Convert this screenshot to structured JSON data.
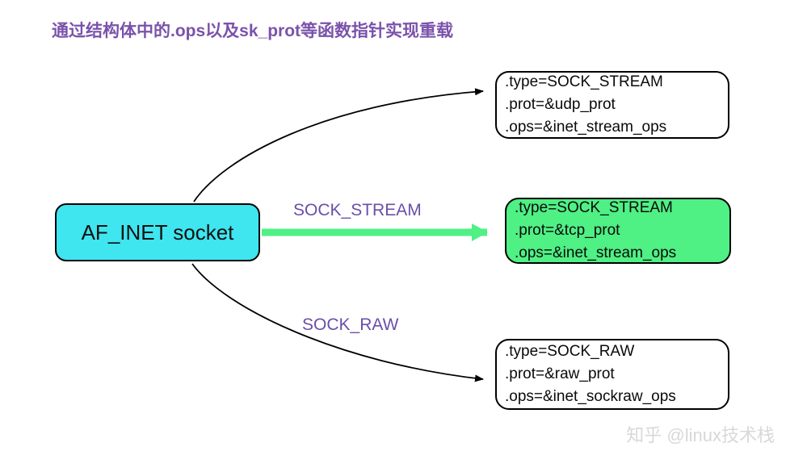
{
  "title": "通过结构体中的.ops以及sk_prot等函数指针实现重载",
  "source_node": {
    "label": "AF_INET socket",
    "fill": "#3fe5ef"
  },
  "edges": [
    {
      "label": "",
      "style": "curve-black",
      "target": "udp"
    },
    {
      "label": "SOCK_STREAM",
      "style": "straight-green",
      "target": "tcp"
    },
    {
      "label": "SOCK_RAW",
      "style": "curve-black",
      "target": "raw"
    }
  ],
  "edge_labels": {
    "stream": "SOCK_STREAM",
    "raw": "SOCK_RAW"
  },
  "struct_boxes": [
    {
      "id": "udp",
      "fill": "#ffffff",
      "lines": [
        ".type=SOCK_STREAM",
        ".prot=&udp_prot",
        ".ops=&inet_stream_ops"
      ]
    },
    {
      "id": "tcp",
      "fill": "#4ff084",
      "lines": [
        ".type=SOCK_STREAM",
        ".prot=&tcp_prot",
        ".ops=&inet_stream_ops"
      ]
    },
    {
      "id": "raw",
      "fill": "#ffffff",
      "lines": [
        ".type=SOCK_RAW",
        ".prot=&raw_prot",
        ".ops=&inet_sockraw_ops"
      ]
    }
  ],
  "watermark": "知乎 @linux技术栈",
  "colors": {
    "title_purple": "#7a52ab",
    "label_purple": "#6b4fa8",
    "cyan": "#3fe5ef",
    "green": "#4ff084",
    "arrow_black": "#000000",
    "watermark_gray": "#d8d8d8"
  }
}
